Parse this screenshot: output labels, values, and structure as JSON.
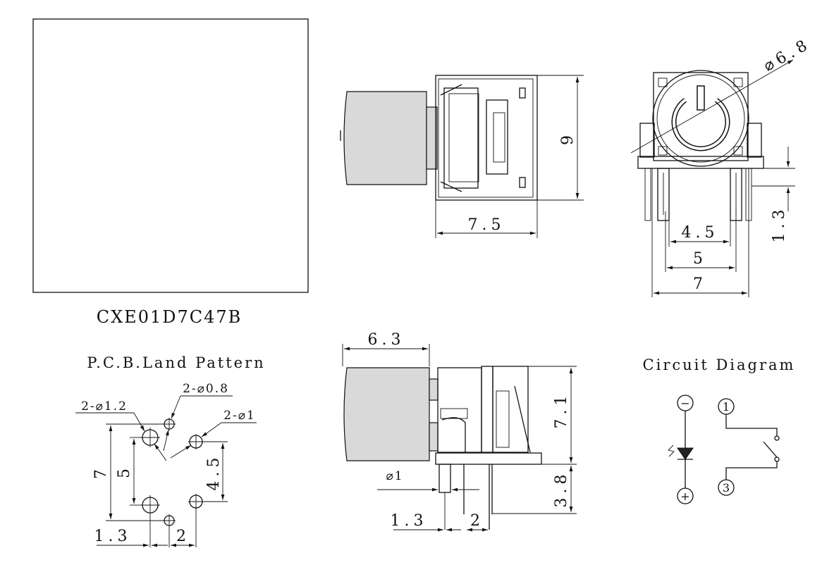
{
  "title": "CXE01D7C47B",
  "pcb": {
    "heading": "P.C.B.Land Pattern",
    "hole_large": "2-⌀1.2",
    "hole_small": "2-⌀0.8",
    "hole_mid": "2-⌀1",
    "dim_7": "7",
    "dim_5": "5",
    "dim_4_5": "4.5",
    "dim_1_3": "1.3",
    "dim_2": "2"
  },
  "front_view": {
    "dim_7_5": "7.5",
    "dim_9": "9"
  },
  "end_view": {
    "dim_dia_6_8": "⌀6.8",
    "dim_4_5": "4.5",
    "dim_5": "5",
    "dim_7": "7",
    "dim_1_3": "1.3"
  },
  "side_view": {
    "dim_6_3": "6.3",
    "dim_7_1": "7.1",
    "dim_3_8": "3.8",
    "dim_dia_1": "⌀1",
    "dim_1_3": "1.3",
    "dim_2": "2"
  },
  "circuit": {
    "heading": "Circuit Diagram",
    "minus": "−",
    "plus": "+",
    "pin1": "1",
    "pin3": "3"
  },
  "colors": {
    "line": "#111111",
    "fill": "#d9d9d9"
  }
}
